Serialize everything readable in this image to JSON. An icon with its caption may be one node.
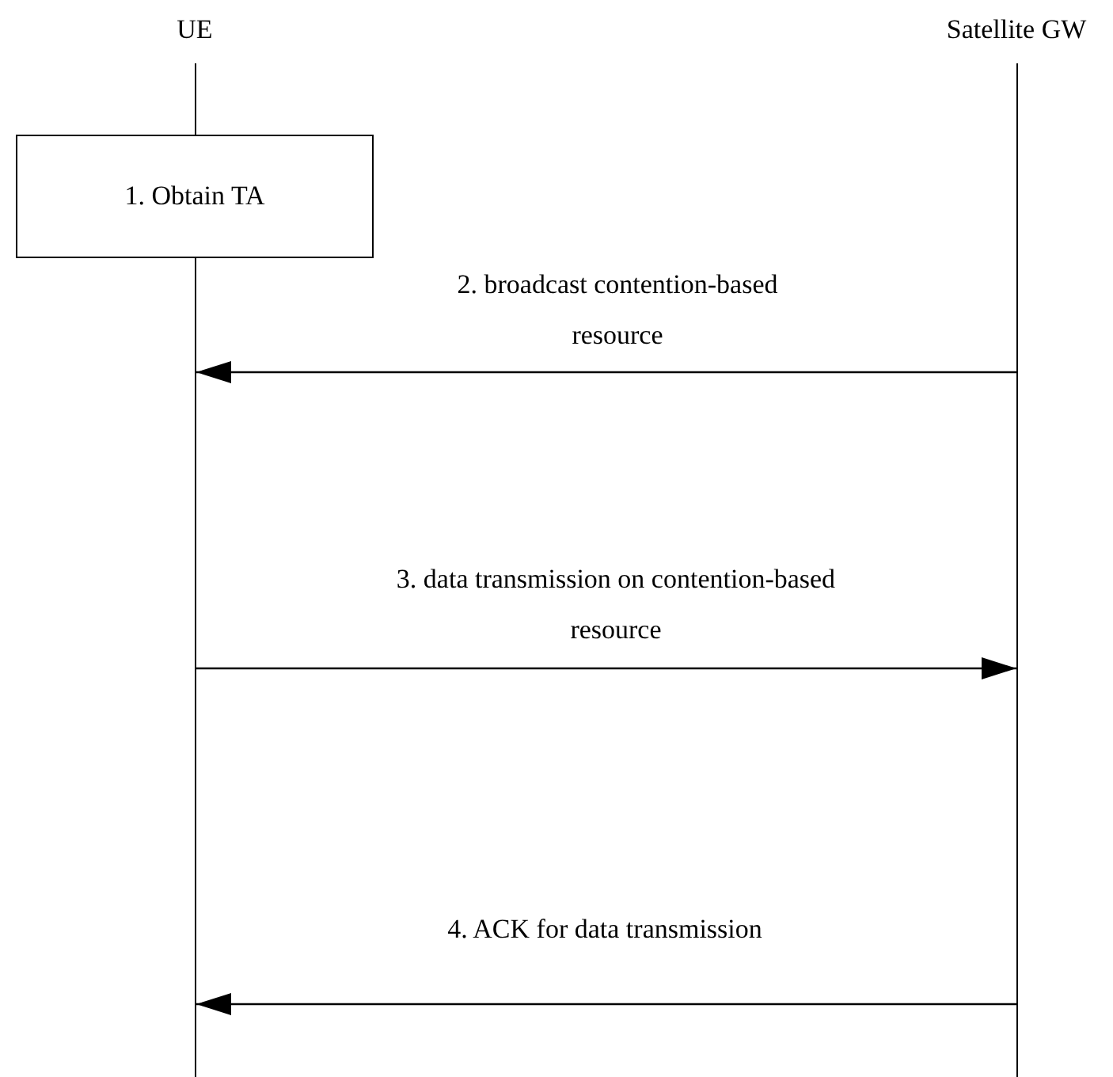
{
  "diagram": {
    "nodes": [
      {
        "text": [
          "UE"
        ]
      },
      {
        "text": [
          "Satellite GW"
        ]
      },
      {
        "text": [],
        "shape": "bar"
      },
      {
        "text": [],
        "shape": "bar"
      },
      {
        "text": [
          "1. Obtain TA"
        ]
      }
    ],
    "edges": [
      {
        "from": 3,
        "to": 2,
        "arrow": "to",
        "label": "2. broadcast contention-based resource"
      },
      {
        "from": 2,
        "to": 3,
        "arrow": "to",
        "label": "3. data transmission on contention-based resource"
      },
      {
        "from": 3,
        "to": 2,
        "arrow": "to",
        "label": "4. ACK for data transmission"
      }
    ]
  }
}
